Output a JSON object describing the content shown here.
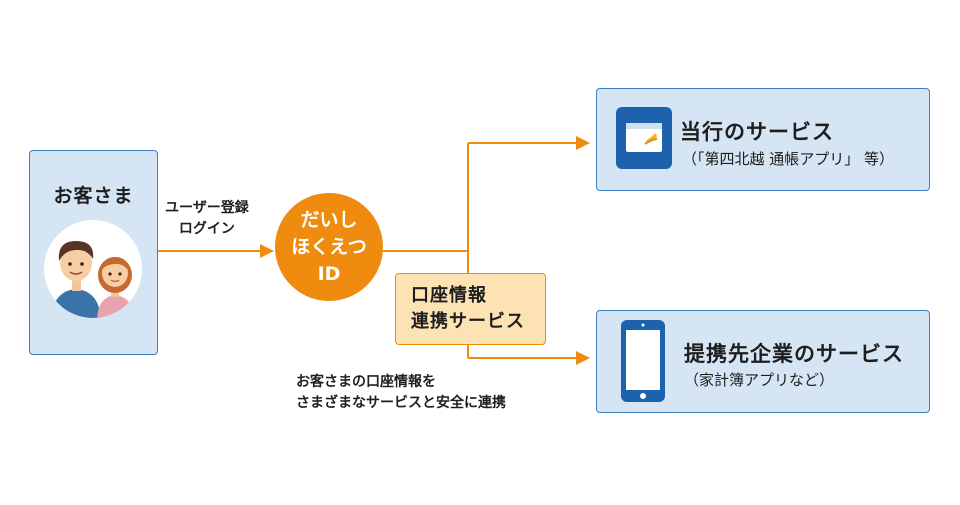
{
  "customer": {
    "title": "お客さま"
  },
  "registration": {
    "line1": "ユーザー登録",
    "line2": "ログイン"
  },
  "daishi_id": {
    "line1": "だいし",
    "line2": "ほくえつ",
    "line3": "ID"
  },
  "account_link": {
    "line1": "口座情報",
    "line2": "連携サービス"
  },
  "description": {
    "line1": "お客さまの口座情報を",
    "line2": "さまざまなサービスと安全に連携"
  },
  "services": [
    {
      "title": "当行のサービス",
      "subtitle": "（「第四北越 通帳アプリ」 等）",
      "icon": "passbook-app-icon"
    },
    {
      "title": "提携先企業のサービス",
      "subtitle": "（家計簿アプリなど）",
      "icon": "smartphone-icon"
    }
  ],
  "colors": {
    "accent_orange": "#ef8b0f",
    "box_blue": "#d5e5f3",
    "border_blue": "#3d7fc2",
    "icon_blue": "#1e62ad",
    "link_fill": "#fde3b3"
  }
}
